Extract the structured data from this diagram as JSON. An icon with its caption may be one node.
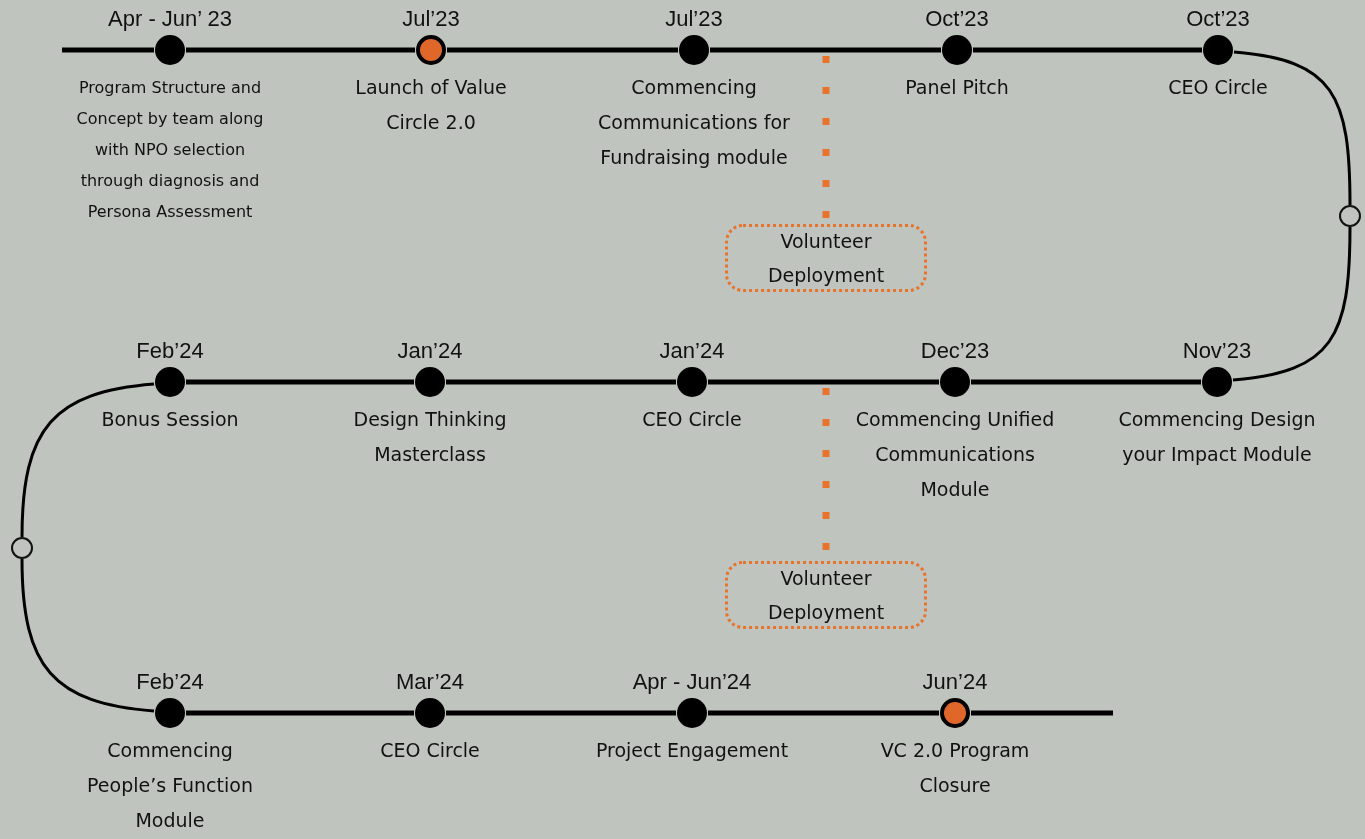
{
  "diagram": {
    "nodes": [
      {
        "text": [],
        "shape": "circle",
        "beside": [
          "Apr - Jun’ 23",
          "Program Structure and Concept by team along with NPO selection through diagnosis and Persona Assessment"
        ]
      },
      {
        "text": [],
        "shape": "circle",
        "beside": [
          "Jul’23",
          "Launch of Value Circle 2.0"
        ]
      },
      {
        "text": [],
        "shape": "circle",
        "beside": [
          "Jul’23",
          "Commencing Communications for Fundraising module"
        ]
      },
      {
        "text": [],
        "shape": "circle",
        "beside": [
          "Oct’23",
          "Panel Pitch"
        ]
      },
      {
        "text": [],
        "shape": "circle",
        "beside": [
          "Oct’23",
          "CEO Circle"
        ]
      },
      {
        "text": [
          "Volunteer Deployment"
        ]
      },
      {
        "text": [],
        "shape": "circle"
      },
      {
        "text": [],
        "shape": "circle",
        "beside": [
          "Feb’24",
          "Bonus Session"
        ]
      },
      {
        "text": [],
        "shape": "circle",
        "beside": [
          "Jan’24",
          "Design Thinking Masterclass"
        ]
      },
      {
        "text": [],
        "shape": "circle",
        "beside": [
          "Jan’24",
          "CEO Circle"
        ]
      },
      {
        "text": [],
        "shape": "circle",
        "beside": [
          "Dec’23",
          "Commencing Unified Communications Module"
        ]
      },
      {
        "text": [],
        "shape": "circle",
        "beside": [
          "Nov’23",
          "Commencing Design your Impact Module"
        ]
      },
      {
        "text": [],
        "shape": "circle"
      },
      {
        "text": [
          "Volunteer Deployment"
        ]
      },
      {
        "text": [],
        "shape": "circle",
        "beside": [
          "Feb’24",
          "Commencing People’s Function Module"
        ]
      },
      {
        "text": [],
        "shape": "circle",
        "beside": [
          "Mar’24",
          "CEO Circle"
        ]
      },
      {
        "text": [],
        "shape": "circle",
        "beside": [
          "Apr - Jun’24",
          "Project Engagement"
        ]
      },
      {
        "text": [],
        "shape": "circle",
        "beside": [
          "Jun’24",
          "VC 2.0 Program Closure"
        ]
      }
    ],
    "edges": [
      {
        "from": null,
        "to": 0,
        "arrow": "none"
      },
      {
        "from": 0,
        "to": 1,
        "arrow": "none"
      },
      {
        "from": 1,
        "to": 2,
        "arrow": "none"
      },
      {
        "from": 2,
        "to": 3,
        "arrow": "none"
      },
      {
        "from": 3,
        "to": 4,
        "arrow": "none"
      },
      {
        "from": 4,
        "to": 6,
        "arrow": "none"
      },
      {
        "from": 6,
        "to": 11,
        "arrow": "none"
      },
      {
        "from": 11,
        "to": 10,
        "arrow": "none"
      },
      {
        "from": 10,
        "to": 9,
        "arrow": "none"
      },
      {
        "from": 9,
        "to": 8,
        "arrow": "none"
      },
      {
        "from": 8,
        "to": 7,
        "arrow": "none"
      },
      {
        "from": 7,
        "to": 12,
        "arrow": "none"
      },
      {
        "from": 12,
        "to": 14,
        "arrow": "none"
      },
      {
        "from": 14,
        "to": 15,
        "arrow": "none"
      },
      {
        "from": 15,
        "to": 16,
        "arrow": "none"
      },
      {
        "from": 16,
        "to": 17,
        "arrow": "none"
      },
      {
        "from": 17,
        "to": null,
        "arrow": "none"
      },
      {
        "from": null,
        "to": 5,
        "arrow": "none",
        "style": "dashed",
        "color": "#e8732a"
      },
      {
        "from": null,
        "to": 13,
        "arrow": "none",
        "style": "dashed",
        "color": "#e8732a"
      }
    ]
  }
}
